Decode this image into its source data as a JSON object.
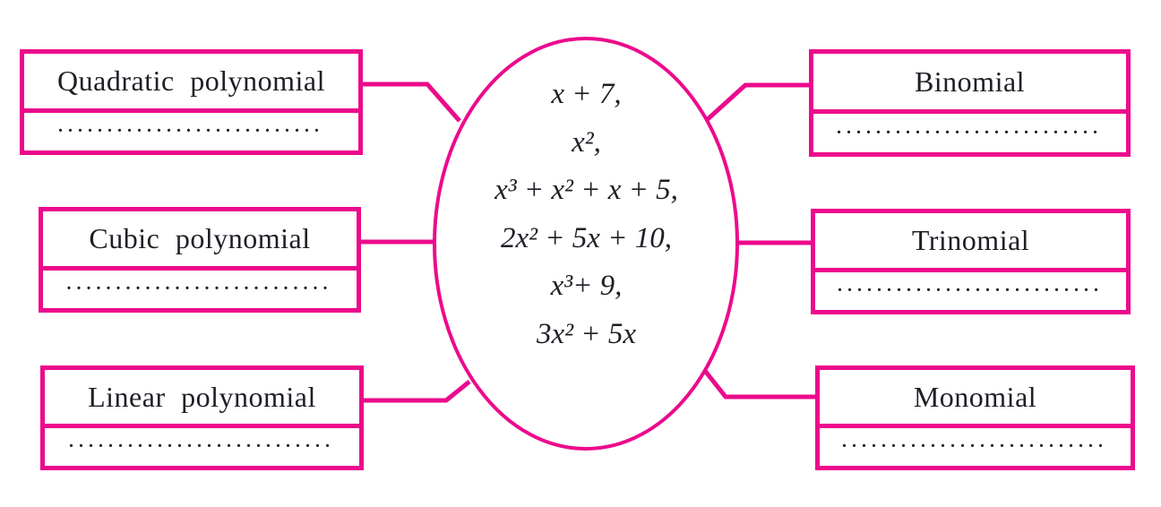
{
  "colors": {
    "accent": "#EC0A8C",
    "ink": "#1E1E26"
  },
  "center": {
    "expressions": [
      "x + 7,",
      "x²,",
      "x³ + x² + x + 5,",
      "2x² + 5x + 10,",
      "x³+ 9,",
      "3x² + 5x"
    ]
  },
  "left_boxes": [
    {
      "label": "Quadratic polynomial",
      "answer_dots": "..........................."
    },
    {
      "label": "Cubic polynomial",
      "answer_dots": "..........................."
    },
    {
      "label": "Linear polynomial",
      "answer_dots": "..........................."
    }
  ],
  "right_boxes": [
    {
      "label": "Binomial",
      "answer_dots": "..........................."
    },
    {
      "label": "Trinomial",
      "answer_dots": "..........................."
    },
    {
      "label": "Monomial",
      "answer_dots": "..........................."
    }
  ]
}
